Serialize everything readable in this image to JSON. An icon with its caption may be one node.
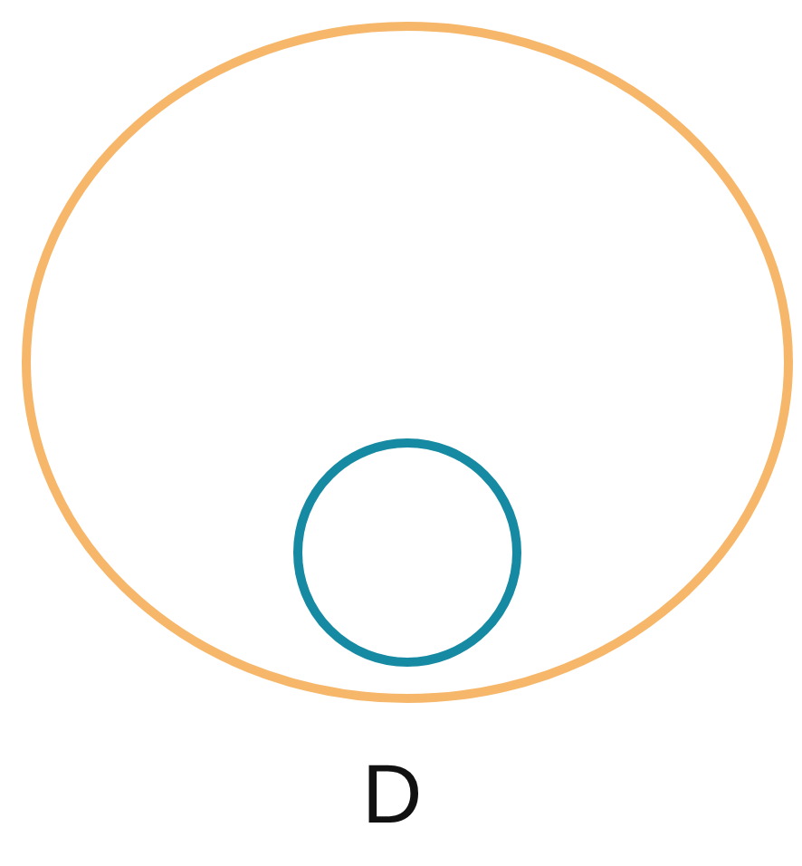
{
  "diagram": {
    "nodes": [
      {
        "text": [],
        "shape": "circle"
      },
      {
        "text": [],
        "shape": "circle",
        "in": 0
      }
    ],
    "labels": [
      "D"
    ]
  }
}
